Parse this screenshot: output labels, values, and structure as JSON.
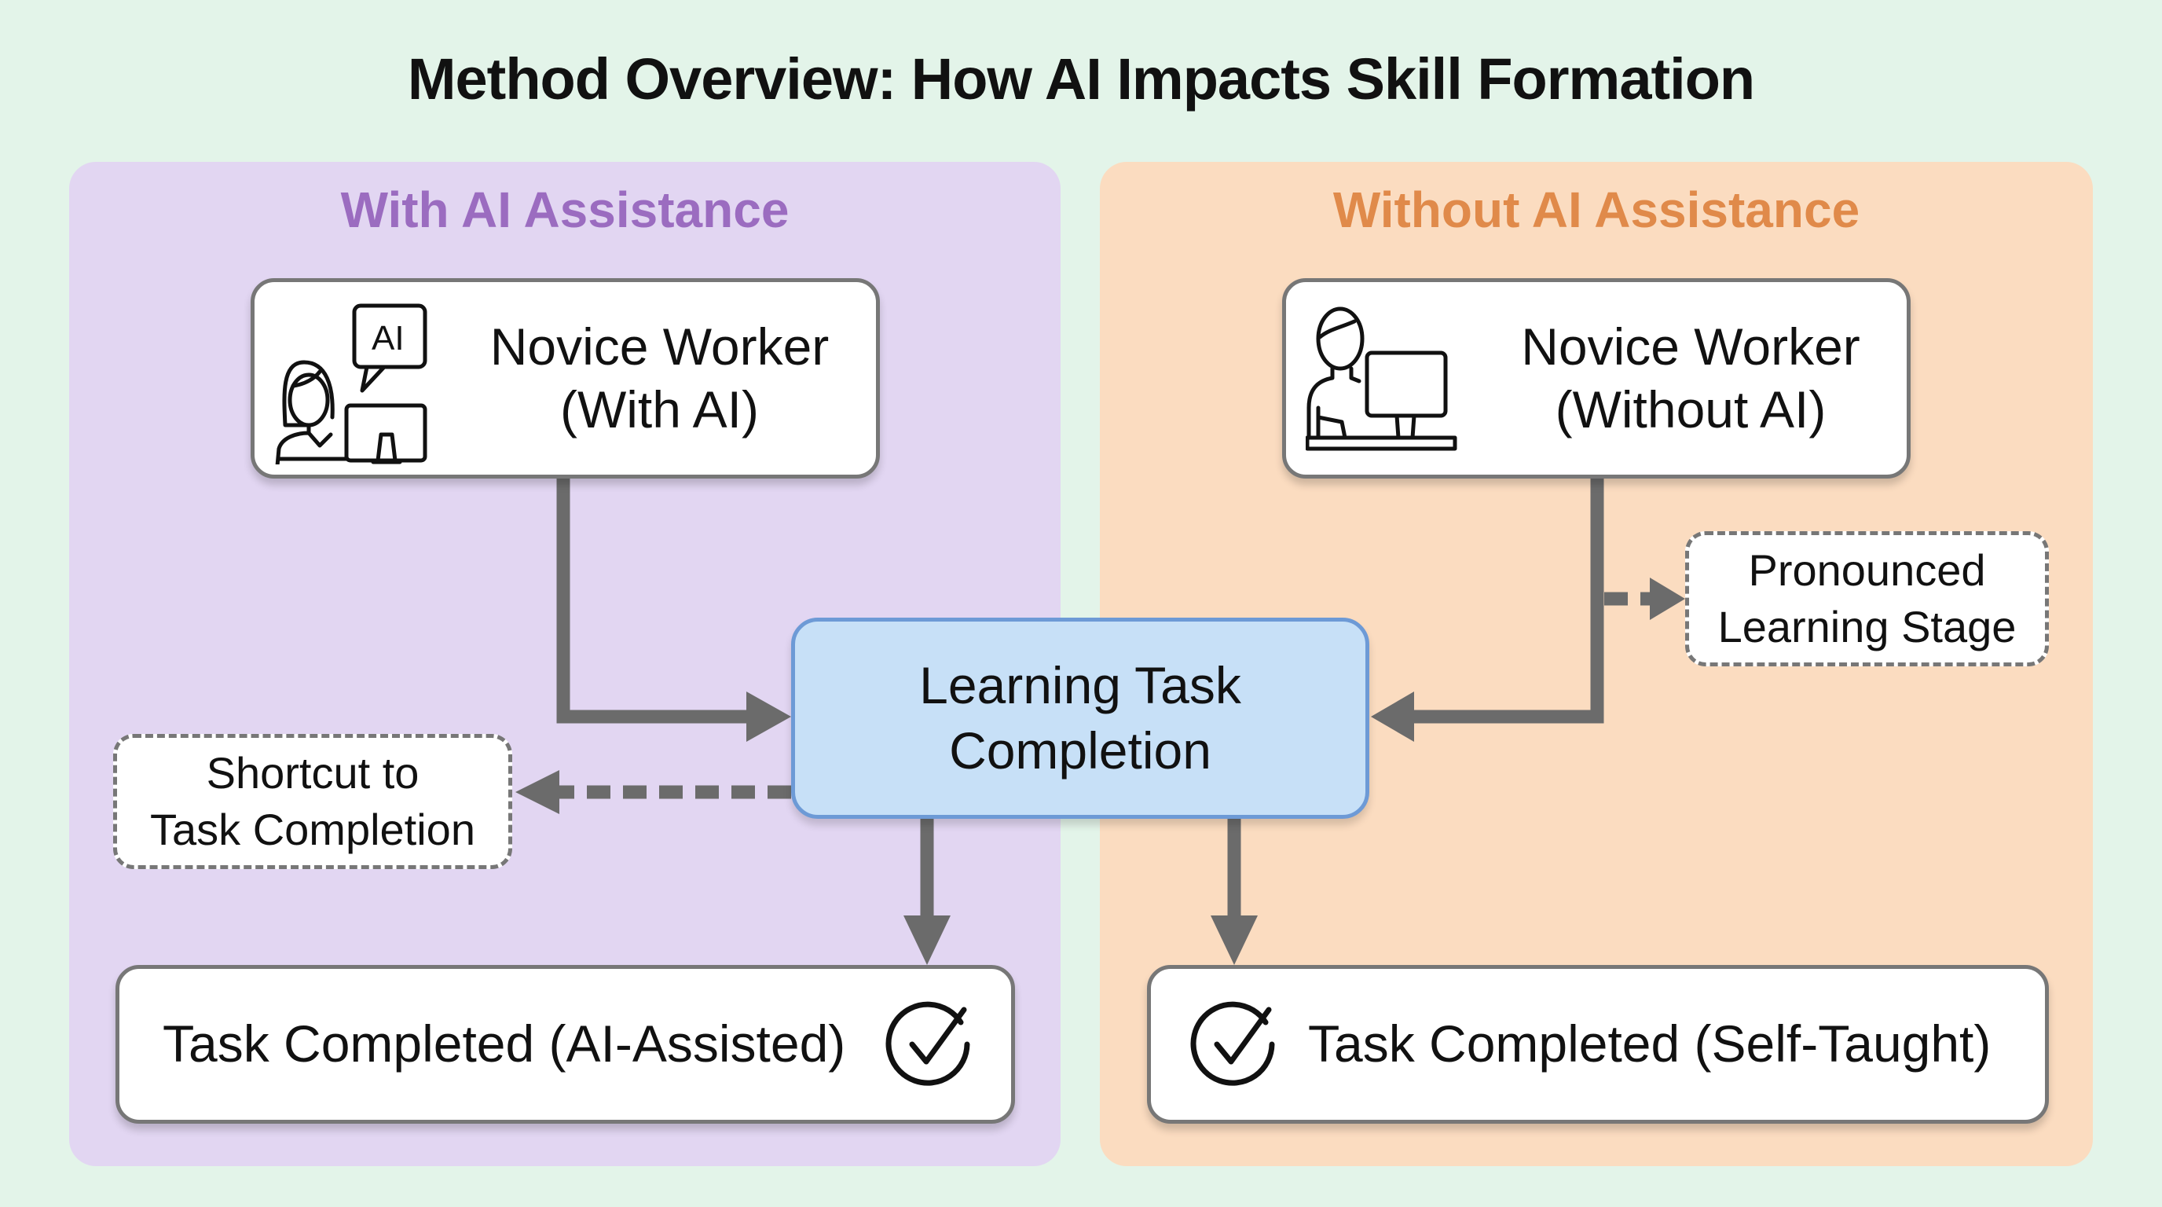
{
  "title": "Method Overview: How AI Impacts Skill Formation",
  "left_panel": {
    "heading": "With AI Assistance",
    "start_node": {
      "line1": "Novice Worker",
      "line2": "(With AI)",
      "icon": "person-with-ai-chat-and-monitor-icon",
      "bubble_text": "AI"
    },
    "side_note": {
      "line1": "Shortcut to",
      "line2": "Task Completion"
    },
    "end_node": {
      "label": "Task Completed (AI-Assisted)",
      "icon": "check-circle-icon"
    }
  },
  "right_panel": {
    "heading": "Without AI Assistance",
    "start_node": {
      "line1": "Novice Worker",
      "line2": "(Without AI)",
      "icon": "person-at-desk-monitor-icon"
    },
    "side_note": {
      "line1": "Pronounced",
      "line2": "Learning Stage"
    },
    "end_node": {
      "label": "Task Completed (Self-Taught)",
      "icon": "check-circle-icon"
    }
  },
  "center_node": {
    "line1": "Learning Task",
    "line2": "Completion"
  },
  "colors": {
    "background": "#e3f4e9",
    "left_panel": "#e2d6f2",
    "left_heading": "#9b6cc0",
    "right_panel": "#fbdcc0",
    "right_heading": "#e08a4a",
    "center_fill": "#c7e0f7",
    "center_border": "#6d9ad6",
    "connector": "#6b6b6b"
  }
}
